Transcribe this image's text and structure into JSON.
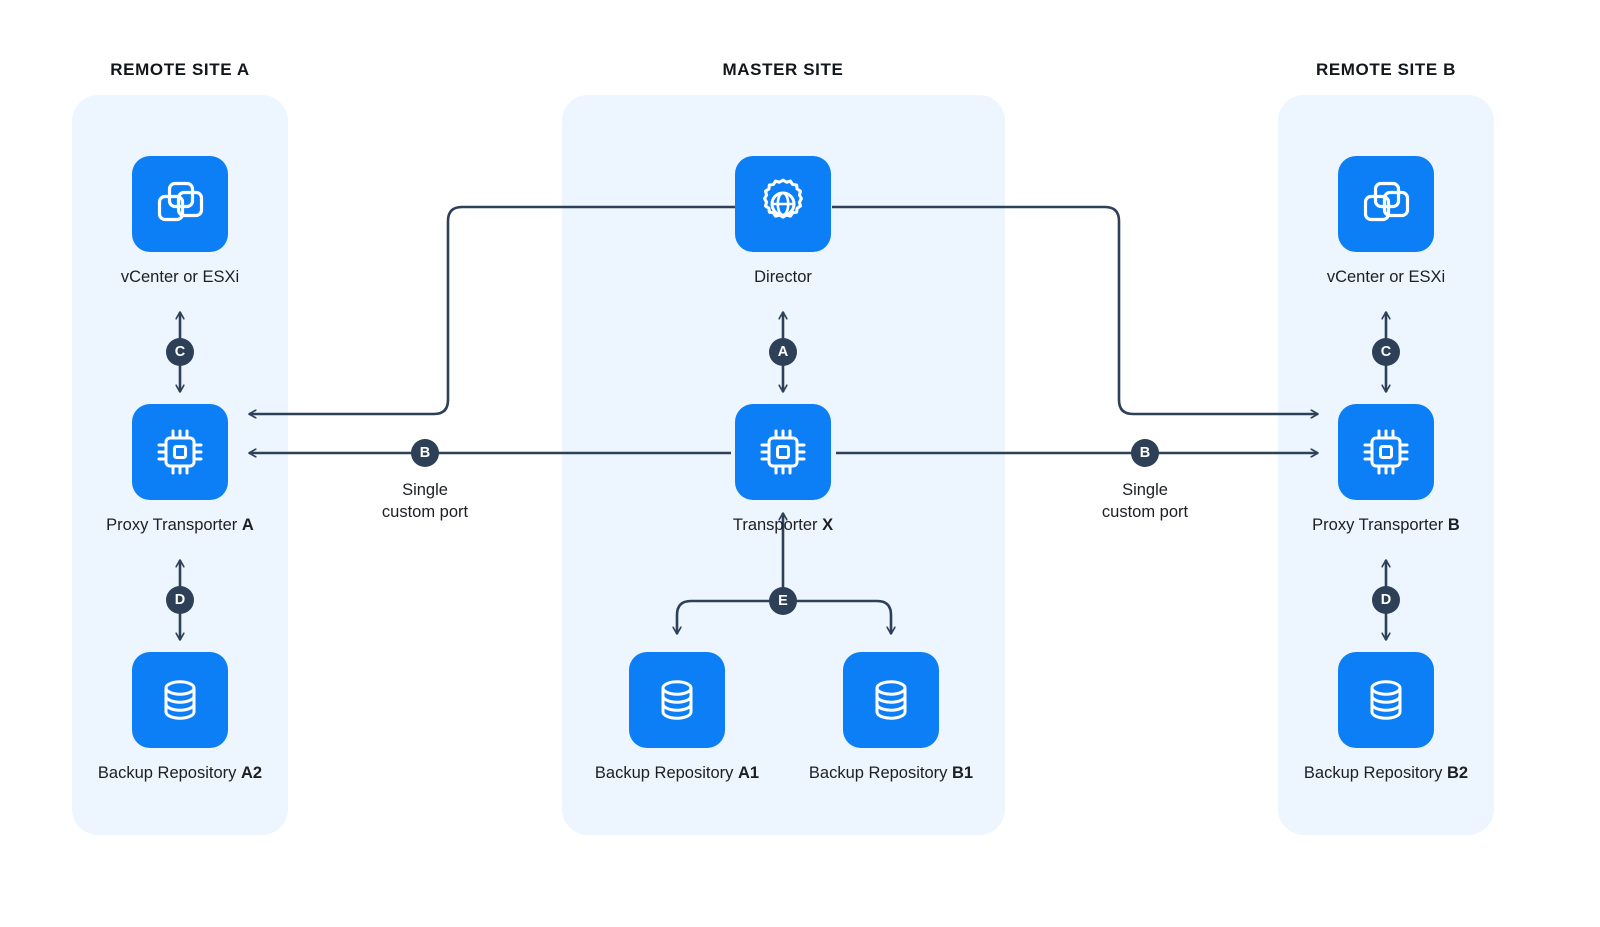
{
  "diagram": {
    "title": "NAKIVO multi-site backup architecture",
    "colors": {
      "tile_blue": "#0C7FF6",
      "panel_bg": "#EDF5FE",
      "connector": "#2D4058",
      "badge_bg": "#2D4058",
      "page_bg": "#FFFFFF",
      "text": "#1C1F24"
    }
  },
  "sites": [
    {
      "id": "remote-a",
      "title": "REMOTE SITE A"
    },
    {
      "id": "master",
      "title": "MASTER SITE"
    },
    {
      "id": "remote-b",
      "title": "REMOTE SITE B"
    }
  ],
  "nodes": {
    "vcenter_a": {
      "label": "vCenter or ESXi",
      "suffix": "",
      "icon": "vmware-icon"
    },
    "proxy_a": {
      "label": "Proxy Transporter ",
      "suffix": "A",
      "icon": "cpu-chip-icon"
    },
    "repo_a2": {
      "label": "Backup Repository ",
      "suffix": "A2",
      "icon": "database-icon"
    },
    "director": {
      "label": "Director",
      "suffix": "",
      "icon": "gear-globe-icon"
    },
    "transporter_x": {
      "label": "Transporter ",
      "suffix": "X",
      "icon": "cpu-chip-icon"
    },
    "repo_a1": {
      "label": "Backup Repository ",
      "suffix": "A1",
      "icon": "database-icon"
    },
    "repo_b1": {
      "label": "Backup Repository ",
      "suffix": "B1",
      "icon": "database-icon"
    },
    "vcenter_b": {
      "label": "vCenter or ESXi",
      "suffix": "",
      "icon": "vmware-icon"
    },
    "proxy_b": {
      "label": "Proxy Transporter ",
      "suffix": "B",
      "icon": "cpu-chip-icon"
    },
    "repo_b2": {
      "label": "Backup Repository ",
      "suffix": "B2",
      "icon": "database-icon"
    }
  },
  "badges": {
    "a": "A",
    "b_left": "B",
    "b_right": "B",
    "c_left": "C",
    "c_right": "C",
    "d_left": "D",
    "d_right": "D",
    "e": "E"
  },
  "port_labels": {
    "left": "Single\ncustom port",
    "right": "Single\ncustom port"
  }
}
